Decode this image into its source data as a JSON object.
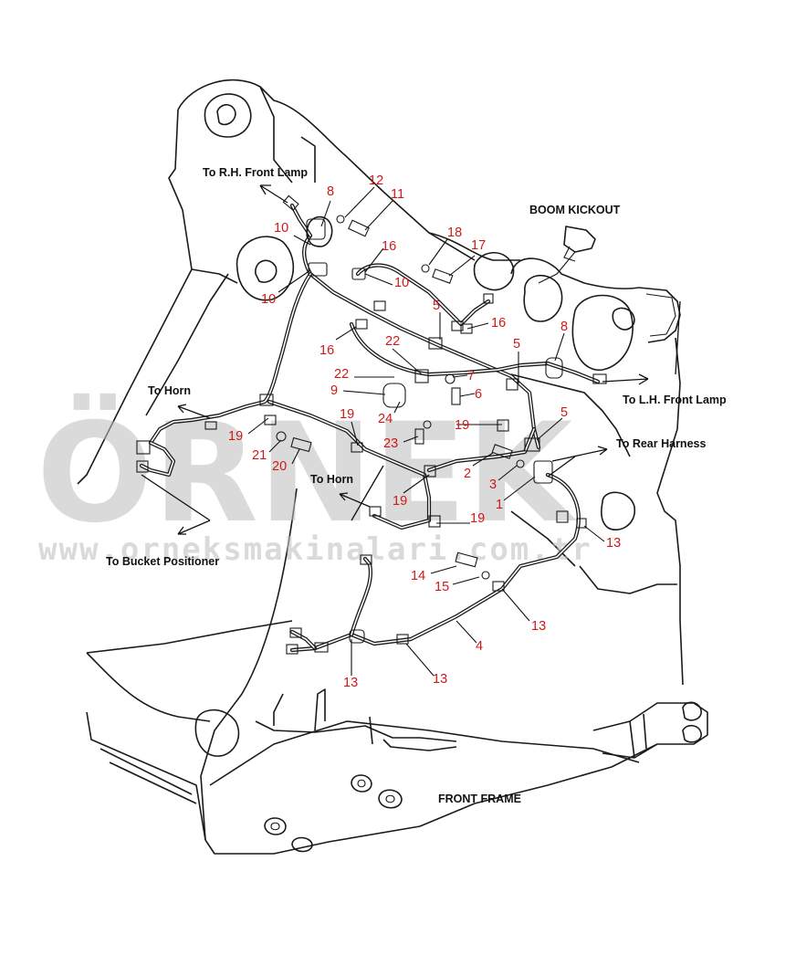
{
  "labels": {
    "rh_front_lamp": "To R.H. Front Lamp",
    "boom_kickout": "BOOM KICKOUT",
    "lh_front_lamp": "To L.H. Front Lamp",
    "to_horn_top": "To Horn",
    "to_rear_harness": "To Rear Harness",
    "to_horn_mid": "To Horn",
    "to_bucket_positioner": "To Bucket Positioner",
    "front_frame": "FRONT FRAME"
  },
  "watermark": {
    "brand": "ÖRNEK",
    "url": "www.orneksmakinalari.com.tr"
  },
  "callouts": [
    {
      "id": "c12",
      "text": "12"
    },
    {
      "id": "c11",
      "text": "11"
    },
    {
      "id": "c8a",
      "text": "8"
    },
    {
      "id": "c10a",
      "text": "10"
    },
    {
      "id": "c16a",
      "text": "16"
    },
    {
      "id": "c18",
      "text": "18"
    },
    {
      "id": "c17",
      "text": "17"
    },
    {
      "id": "c10b",
      "text": "10"
    },
    {
      "id": "c10c",
      "text": "10"
    },
    {
      "id": "c5a",
      "text": "5"
    },
    {
      "id": "c16b",
      "text": "16"
    },
    {
      "id": "c8b",
      "text": "8"
    },
    {
      "id": "c16c",
      "text": "16"
    },
    {
      "id": "c22a",
      "text": "22"
    },
    {
      "id": "c5b",
      "text": "5"
    },
    {
      "id": "c22b",
      "text": "22"
    },
    {
      "id": "c7",
      "text": "7"
    },
    {
      "id": "c9",
      "text": "9"
    },
    {
      "id": "c6",
      "text": "6"
    },
    {
      "id": "c24",
      "text": "24"
    },
    {
      "id": "c5c",
      "text": "5"
    },
    {
      "id": "c19a",
      "text": "19"
    },
    {
      "id": "c19b",
      "text": "19"
    },
    {
      "id": "c19c",
      "text": "19"
    },
    {
      "id": "c21",
      "text": "21"
    },
    {
      "id": "c23",
      "text": "23"
    },
    {
      "id": "c20",
      "text": "20"
    },
    {
      "id": "c2",
      "text": "2"
    },
    {
      "id": "c3",
      "text": "3"
    },
    {
      "id": "c19d",
      "text": "19"
    },
    {
      "id": "c1",
      "text": "1"
    },
    {
      "id": "c19e",
      "text": "19"
    },
    {
      "id": "c13a",
      "text": "13"
    },
    {
      "id": "c14",
      "text": "14"
    },
    {
      "id": "c15",
      "text": "15"
    },
    {
      "id": "c13b",
      "text": "13"
    },
    {
      "id": "c4",
      "text": "4"
    },
    {
      "id": "c13c",
      "text": "13"
    },
    {
      "id": "c13d",
      "text": "13"
    }
  ]
}
